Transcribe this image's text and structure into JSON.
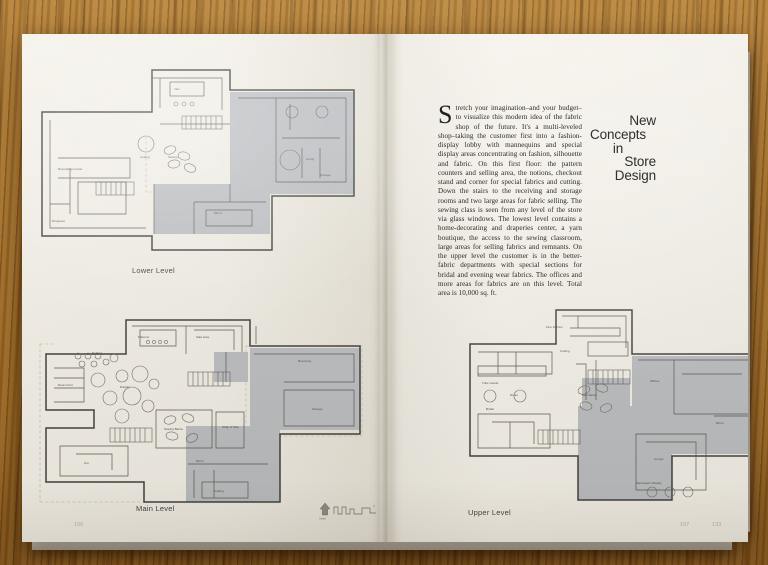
{
  "scene": {
    "description": "open-book-photo-on-wood-desk",
    "surface": "wood-desk",
    "wood_color": "#a9752e"
  },
  "article": {
    "dropcap": "S",
    "body": "tretch your imagination–and your budget–to visualize this modern idea of the fabric shop of the future. It's a multi-leveled shop–taking the customer first into a fashion-display lobby with mannequins and special display areas concentrating on fashion, silhouette and fabric. On this first floor: the pattern counters and selling area, the notions, checkout stand and corner for special fabrics and cutting. Down the stairs to the receiving and storage rooms and two large areas for fabric selling. The sewing class is seen from any level of the store via glass windows. The lowest level contains a home-decorating and draperies center, a yarn boutique, the access to the sewing classroom, large areas for selling fabrics and remnants. On the upper level the customer is in the better-fabric departments with special sections for bridal and evening wear fabrics. The offices and more areas for fabrics are on this level. Total area is 10,000 sq. ft.",
    "title_lines": [
      "New",
      "Concepts",
      "in",
      "Store",
      "Design"
    ],
    "title_color": "#9a9a99"
  },
  "folios": {
    "left_page": "106",
    "right_page_a": "107",
    "right_page_b": "133"
  },
  "compass": {
    "label": "North",
    "icon": "north-arrow-icon",
    "scale_icon": "graphic-scale-bar"
  },
  "plans": [
    {
      "id": "lower-level",
      "label": "Lower Level",
      "rooms": [
        "Yarn",
        "Decorating Center",
        "Draperies",
        "Cutting",
        "Sewing",
        "Lining",
        "Storage",
        "Mirror"
      ]
    },
    {
      "id": "main-level",
      "label": "Main Level",
      "rooms": [
        "Patterns",
        "Sale Area",
        "Receiving",
        "Storage",
        "Denim Knit",
        "Notions",
        "Display",
        "Sewing Below",
        "Wrap & Ship",
        "Cut",
        "Mirror",
        "Cutting"
      ]
    },
    {
      "id": "upper-level",
      "label": "Upper Level",
      "rooms": [
        "Fine Fabrics",
        "Cutting",
        "Tube Goods",
        "Bridal",
        "Dress",
        "Offices",
        "Sew Below",
        "Linings",
        "Mannequin Display",
        "Mirror"
      ]
    }
  ],
  "palette": {
    "page": "#f2efe7",
    "ink": "#2c2a26",
    "plan_fill_gray": "#b9bcc0",
    "plan_line": "#3a3935"
  }
}
